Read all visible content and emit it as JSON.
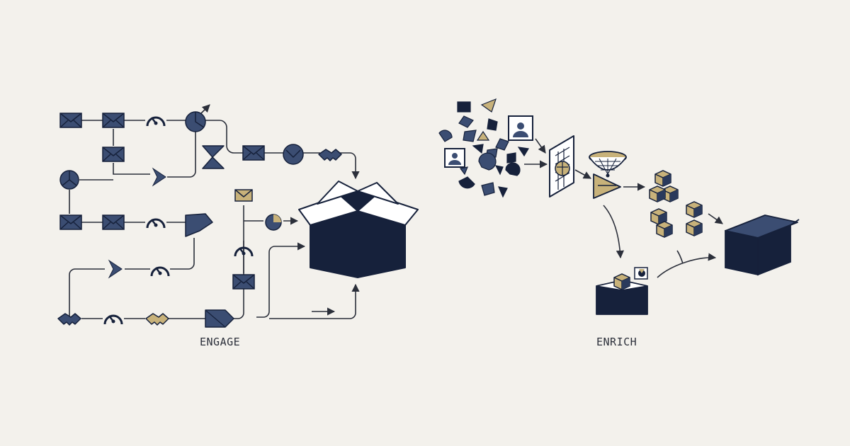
{
  "labels": {
    "engage": "ENGAGE",
    "enrich": "ENRICH"
  },
  "colors": {
    "background": "#f3f1ec",
    "navy": "#16213b",
    "slate": "#3b4d72",
    "line": "#2b2f3a",
    "gold": "#c8b27a",
    "paper": "#ffffff"
  },
  "icons": {
    "engage_flow": [
      "envelope-icon",
      "gauge-icon",
      "pie-icon",
      "chevron-icon",
      "hourglass-icon",
      "handshake-icon",
      "flag-icon",
      "tag-icon",
      "open-box-icon"
    ],
    "enrich_flow": [
      "shape-fragments",
      "photo-icon",
      "filter-screen-icon",
      "sieve-icon",
      "funnel-icon",
      "cube-stack-icon",
      "small-box-icon",
      "closed-box-icon"
    ]
  }
}
